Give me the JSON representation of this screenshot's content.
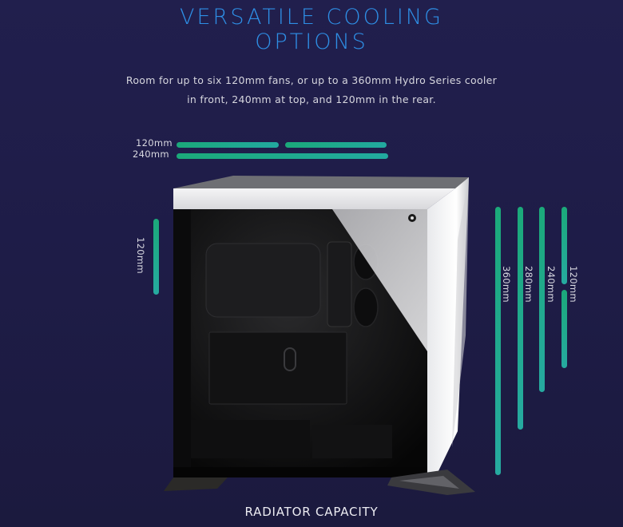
{
  "header": {
    "title_line1": "VERSATILE COOLING",
    "title_line2": "OPTIONS",
    "description_line1": "Room for up to six 120mm fans, or up to a 360mm Hydro Series cooler",
    "description_line2": "in front, 240mm at top, and 120mm in the rear."
  },
  "top_radiator": {
    "rows": [
      {
        "label": "120mm",
        "segments": 2
      },
      {
        "label": "240mm",
        "segments": 1
      }
    ]
  },
  "rear_radiator": {
    "label": "120mm"
  },
  "front_radiator": {
    "bars": [
      {
        "label": "360mm"
      },
      {
        "label": "280mm"
      },
      {
        "label": "240mm"
      },
      {
        "label": "120mm",
        "segments": 2
      }
    ]
  },
  "product": {
    "name": "PC case side view (white, tempered glass)"
  },
  "footer": {
    "caption": "RADIATOR CAPACITY"
  },
  "colors": {
    "background": "#1f1d4a",
    "title": "#2e8fe6",
    "bar_start": "#1ba97a",
    "bar_end": "#22a9a0",
    "text": "#d6d6de"
  }
}
